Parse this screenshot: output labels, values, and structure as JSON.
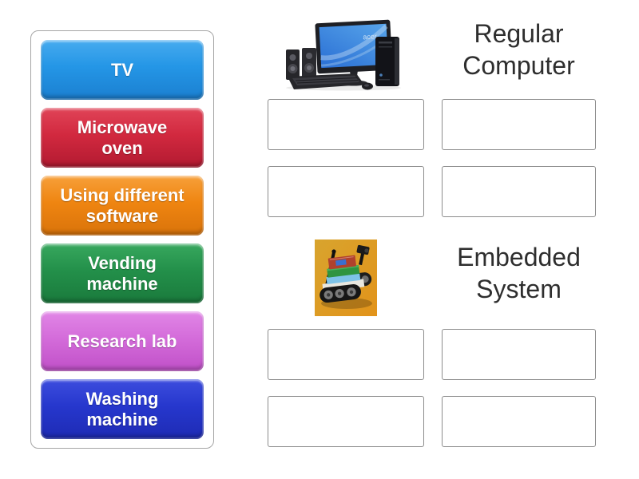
{
  "activity": {
    "kind": "group-sort",
    "background_color": "#ffffff",
    "title_text_color": "#2e2e2e",
    "panel_border_color": "#a6a6a6",
    "slot_border_color": "#8c8c8c"
  },
  "word_bank": {
    "items": [
      {
        "label": "TV",
        "lines": [
          "TV"
        ],
        "color": "#2496e6",
        "color_light": "#47abef",
        "color_dark": "#1b7fd0"
      },
      {
        "label": "Microwave oven",
        "lines": [
          "Microwave",
          "oven"
        ],
        "color": "#d2293f",
        "color_light": "#e04458",
        "color_dark": "#b21a31"
      },
      {
        "label": "Using different software",
        "lines": [
          "Using different",
          "software"
        ],
        "color": "#ef8511",
        "color_light": "#f7a03a",
        "color_dark": "#d9730a"
      },
      {
        "label": "Vending machine",
        "lines": [
          "Vending",
          "machine"
        ],
        "color": "#23904a",
        "color_light": "#38a85e",
        "color_dark": "#1a7a3c"
      },
      {
        "label": "Research lab",
        "lines": [
          "Research lab"
        ],
        "color": "#d46cda",
        "color_light": "#e186e6",
        "color_dark": "#c050c8"
      },
      {
        "label": "Washing machine",
        "lines": [
          "Washing",
          "machine"
        ],
        "color": "#2637cd",
        "color_light": "#3d4dde",
        "color_dark": "#1e2bb4"
      }
    ]
  },
  "groups": [
    {
      "title": "Regular Computer",
      "title_lines": [
        "Regular",
        "Computer"
      ],
      "image": "desktop-computer-photo",
      "empty_slots": 4
    },
    {
      "title": "Embedded System",
      "title_lines": [
        "Embedded",
        "System"
      ],
      "image": "tracked-robot-photo",
      "empty_slots": 4
    }
  ]
}
